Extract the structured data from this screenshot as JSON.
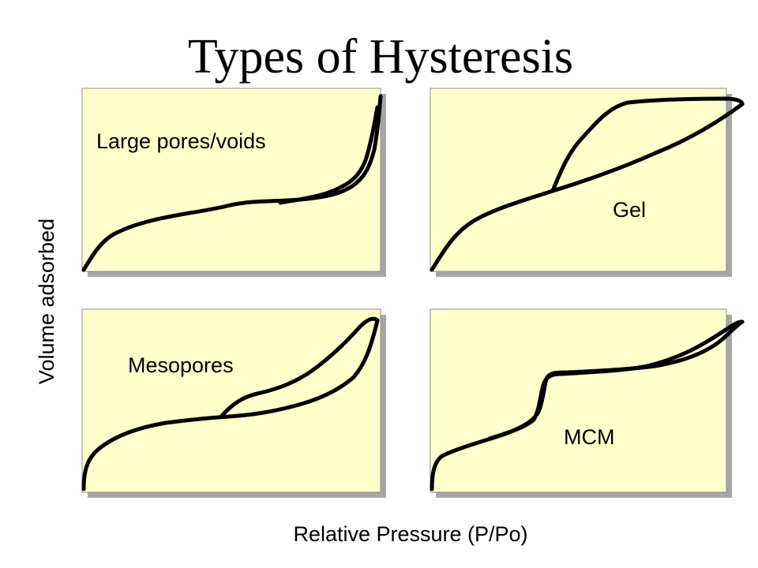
{
  "title": "Types of Hysteresis",
  "y_axis_label": "Volume adsorbed",
  "x_axis_label": "Relative Pressure (P/Po)",
  "panels": [
    {
      "label": "Large pores/voids"
    },
    {
      "label": "Gel"
    },
    {
      "label": "Mesopores"
    },
    {
      "label": "MCM"
    }
  ],
  "colors": {
    "panel_fill": "#ffffcc",
    "curve": "#000000"
  }
}
